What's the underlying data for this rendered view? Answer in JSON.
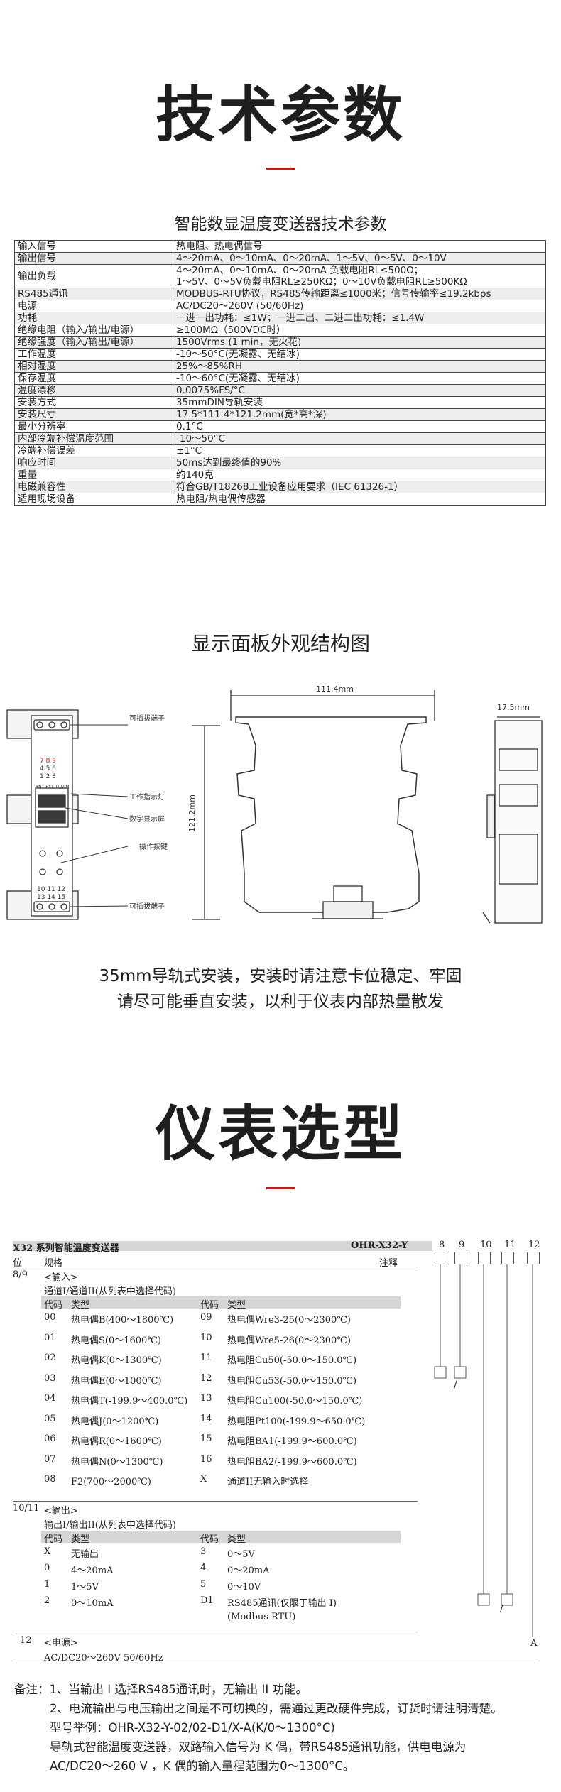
{
  "sections": {
    "tech_title": "技术参数",
    "tech_subtitle": "智能数显温度变送器技术参数",
    "panel_title": "显示面板外观结构图",
    "select_title": "仪表选型"
  },
  "spec_rows": [
    {
      "k": "输入信号",
      "v": "热电阻、热电偶信号"
    },
    {
      "k": "输出信号",
      "v": "4～20mA、0～10mA、0～20mA、1～5V、0～5V、0～10V"
    },
    {
      "k": "输出负载",
      "v": "4～20mA、0～10mA、0～20mA 负载电阻RL≤500Ω；",
      "v2": "1～5V、0～5V负载电阻RL≥250KΩ；0～10V负载电阻RL≥500KΩ"
    },
    {
      "k": "RS485通讯",
      "v": "MODBUS-RTU协议，RS485传输距离≤1000米；信号传输率≤19.2kbps"
    },
    {
      "k": "电源",
      "v": "AC/DC20～260V (50/60Hz)"
    },
    {
      "k": "功耗",
      "v": "一进一出功耗：≤1W；一进二出、二进二出功耗：≤1.4W"
    },
    {
      "k": "绝缘电阻（输入/输出/电源）",
      "v": "≥100MΩ（500VDC时）"
    },
    {
      "k": "绝缘强度（输入/输出/电源）",
      "v": "1500Vrms (1 min，无火花)"
    },
    {
      "k": "工作温度",
      "v": "-10～50°C(无凝露、无结冰)"
    },
    {
      "k": "相对湿度",
      "v": "25%～85%RH"
    },
    {
      "k": "保存温度",
      "v": "-10～60°C(无凝露、无结冰)"
    },
    {
      "k": "温度漂移",
      "v": "0.0075%FS/°C"
    },
    {
      "k": "安装方式",
      "v": "35mmDIN导轨安装"
    },
    {
      "k": "安装尺寸",
      "v": "17.5*111.4*121.2mm(宽*高*深)"
    },
    {
      "k": "最小分辨率",
      "v": "0.1°C"
    },
    {
      "k": "内部冷端补偿温度范围",
      "v": "-10～50°C"
    },
    {
      "k": "冷端补偿误差",
      "v": "±1°C"
    },
    {
      "k": "响应时间",
      "v": "50ms达到最终值的90%"
    },
    {
      "k": "重量",
      "v": "约140克"
    },
    {
      "k": "电磁兼容性",
      "v": "符合GB/T18268工业设备应用要求（IEC 61326-1）"
    },
    {
      "k": "适用现场设备",
      "v": "热电阻/热电偶传感器"
    }
  ],
  "panel": {
    "dim_width": "111.4mm",
    "dim_height": "121.2mm",
    "dim_side": "17.5mm",
    "label_terminal_top": "可插拔端子",
    "label_lamp": "工作指示灯",
    "label_display": "数字显示屏",
    "label_keys": "操作按键",
    "label_terminal_bottom": "可插拔端子",
    "terminals_top_1": "7  8  9",
    "terminals_top_2": "4  5  6",
    "terminals_top_3": "1  2  3",
    "terminals_bot_1": "10 11 12",
    "terminals_bot_2": "13 14 15",
    "lamps": "RNT EXT TI ALM"
  },
  "install_note": [
    "35mm导轨式安装，安装时请注意卡位稳定、牢固",
    "请尽可能垂直安装，以利于仪表内部热量散发"
  ],
  "selection": {
    "header_left": "X32 系列智能温度变送器",
    "header_model": "OHR-X32-Y",
    "codes": [
      "8",
      "9",
      "10",
      "11",
      "12"
    ],
    "col_pos": "位",
    "col_spec": "规格",
    "col_note": "注释",
    "g1_pos": "8/9",
    "g1_title": "<输入>",
    "g1_sub": "通道I/通道II(从列表中选择代码)",
    "hdr_code": "代码",
    "hdr_type": "类型",
    "inputs_left": [
      {
        "c": "00",
        "t": "热电偶B(400～1800℃)"
      },
      {
        "c": "01",
        "t": "热电偶S(0～1600℃)"
      },
      {
        "c": "02",
        "t": "热电偶K(0～1300℃)"
      },
      {
        "c": "03",
        "t": "热电偶E(0～1000℃)"
      },
      {
        "c": "04",
        "t": "热电偶T(-199.9～400.0℃)"
      },
      {
        "c": "05",
        "t": "热电偶J(0～1200℃)"
      },
      {
        "c": "06",
        "t": "热电偶R(0～1600℃)"
      },
      {
        "c": "07",
        "t": "热电偶N(0～1300℃)"
      },
      {
        "c": "08",
        "t": "F2(700～2000℃)"
      }
    ],
    "inputs_right": [
      {
        "c": "09",
        "t": "热电偶Wre3-25(0～2300℃)"
      },
      {
        "c": "10",
        "t": "热电偶Wre5-26(0～2300℃)"
      },
      {
        "c": "11",
        "t": "热电阻Cu50(-50.0～150.0℃)"
      },
      {
        "c": "12",
        "t": "热电阻Cu53(-50.0～150.0℃)"
      },
      {
        "c": "13",
        "t": "热电阻Cu100(-50.0～150.0℃)"
      },
      {
        "c": "14",
        "t": "热电阻Pt100(-199.9～650.0℃)"
      },
      {
        "c": "15",
        "t": "热电阻BA1(-199.9～600.0℃)"
      },
      {
        "c": "16",
        "t": "热电阻BA2(-199.9～600.0℃)"
      },
      {
        "c": "X",
        "t": "通道II无输入时选择"
      }
    ],
    "g2_pos": "10/11",
    "g2_title": "<输出>",
    "g2_sub": "输出I/输出II(从列表中选择代码)",
    "outputs_left": [
      {
        "c": "X",
        "t": "无输出"
      },
      {
        "c": "0",
        "t": "4～20mA"
      },
      {
        "c": "1",
        "t": "1～5V"
      },
      {
        "c": "2",
        "t": "0～10mA"
      }
    ],
    "outputs_right": [
      {
        "c": "3",
        "t": "0～5V"
      },
      {
        "c": "4",
        "t": "0～20mA"
      },
      {
        "c": "5",
        "t": "0～10V"
      },
      {
        "c": "D1",
        "t": "RS485通讯(仅限于输出 I)"
      },
      {
        "c": "",
        "t": "(Modbus  RTU)"
      }
    ],
    "g3_pos": "12",
    "g3_title": "<电源>",
    "g3_value": "AC/DC20～260V  50/60Hz",
    "g3_code": "A"
  },
  "notes": [
    "备注：1、当输出 I 选择RS485通讯时，无输出 II 功能。",
    "2、电流输出与电压输出之间是不可切换的，需通过更改硬件完成，订货时请注明清楚。",
    "型号举例：OHR-X32-Y-02/02-D1/X-A(K/0～1300°C)",
    "导轨式智能温度变送器，双路输入信号为 K 偶，带RS485通讯功能，供电电源为",
    "AC/DC20～260 V ，K 偶的输入量程范围为0～1300°C。"
  ]
}
